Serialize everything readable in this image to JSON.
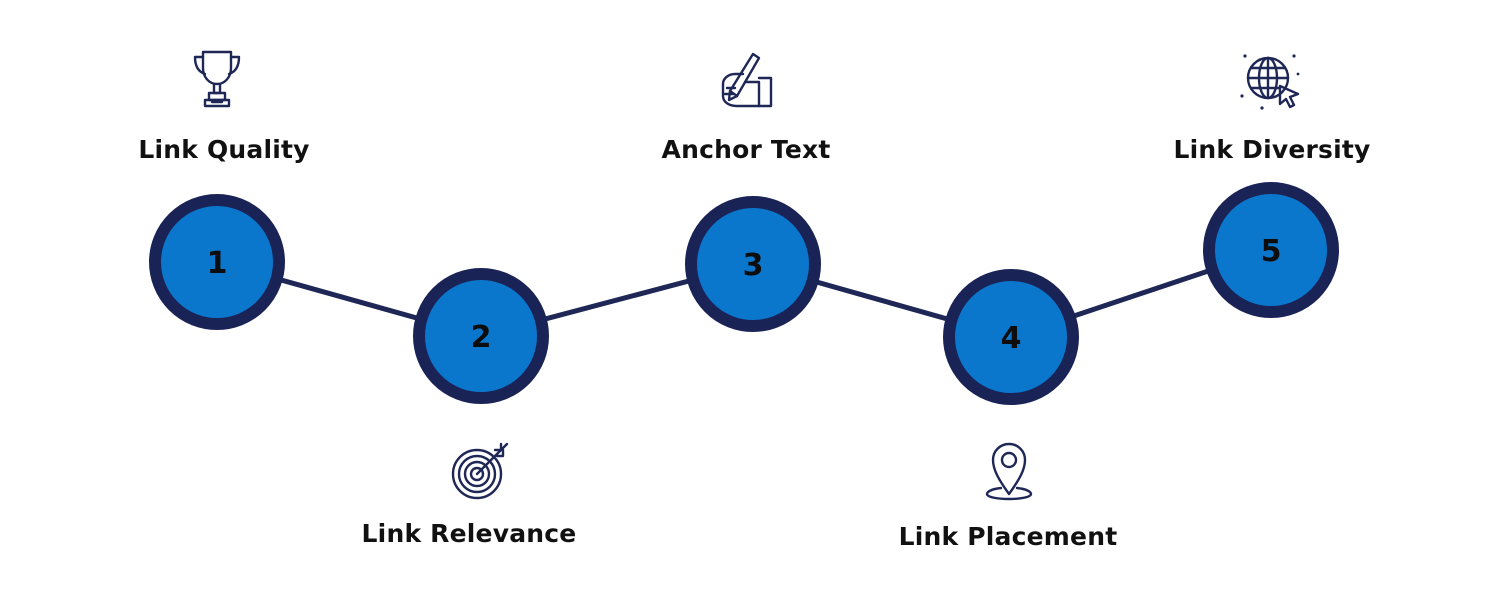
{
  "colors": {
    "background": "#ffffff",
    "node_fill": "#0a77cc",
    "node_ring": "#1a2356",
    "connector": "#1e2756",
    "label_text": "#111111",
    "icon_stroke": "#1e2756"
  },
  "steps": [
    {
      "number": "1",
      "label": "Link Quality",
      "icon": "trophy-icon",
      "position": "top"
    },
    {
      "number": "2",
      "label": "Link Relevance",
      "icon": "target-icon",
      "position": "bottom"
    },
    {
      "number": "3",
      "label": "Anchor Text",
      "icon": "writing-hand-icon",
      "position": "top"
    },
    {
      "number": "4",
      "label": "Link Placement",
      "icon": "location-pin-icon",
      "position": "bottom"
    },
    {
      "number": "5",
      "label": "Link Diversity",
      "icon": "globe-cursor-icon",
      "position": "top"
    }
  ]
}
